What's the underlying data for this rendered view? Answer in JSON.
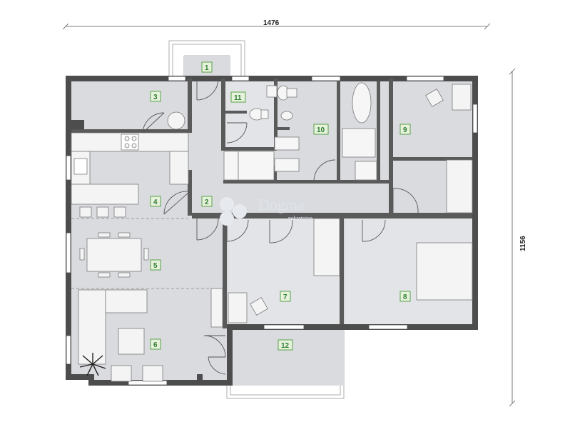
{
  "dimensions": {
    "width": "1476",
    "height": "1156"
  },
  "rooms": [
    {
      "id": "1"
    },
    {
      "id": "2"
    },
    {
      "id": "3"
    },
    {
      "id": "4"
    },
    {
      "id": "5"
    },
    {
      "id": "6"
    },
    {
      "id": "7"
    },
    {
      "id": "8"
    },
    {
      "id": "9"
    },
    {
      "id": "10"
    },
    {
      "id": "11"
    },
    {
      "id": "12"
    }
  ],
  "watermark": {
    "name": "Dogma",
    "sub": "nekretnine"
  },
  "colors": {
    "wall": "#4d4d4d",
    "floor": "#d9dbdf",
    "label_bg": "#e7f2dc",
    "label_text": "#2e7d32"
  }
}
